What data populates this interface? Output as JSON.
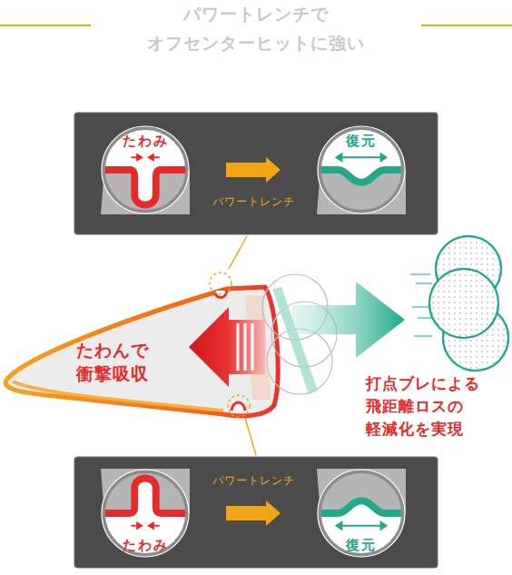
{
  "diagram": {
    "title": "パワートレンチで オフセンターヒットに強い",
    "nodes": [
      {
        "text": [
          "たわみ"
        ]
      },
      {
        "text": [
          "復元"
        ]
      },
      {
        "text": [
          "たわみ"
        ]
      },
      {
        "text": [
          "復元"
        ]
      }
    ],
    "edges": [
      {
        "from": 0,
        "to": 1,
        "label": "パワートレンチ",
        "arrow": "to"
      },
      {
        "from": 2,
        "to": 3,
        "label": "パワートレンチ",
        "arrow": "to"
      }
    ],
    "labels": [
      "たわんで 衝撃吸収",
      "打点ブレによる 飛距離ロスの 軽減化を実現"
    ]
  }
}
